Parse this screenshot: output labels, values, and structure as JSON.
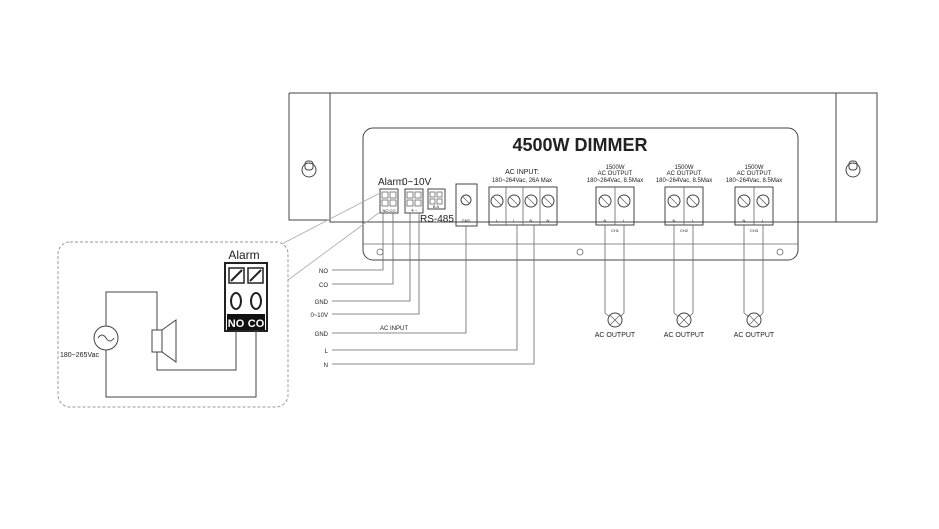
{
  "title": "4500W DIMMER",
  "labels": {
    "alarm": "Alarm",
    "zero_ten": "0~10V",
    "rs485": "RS-485",
    "gnd_terminal": "GND",
    "ac_input_top": "AC INPUT:",
    "ac_input_spec": "180~264Vac, 26A Max",
    "out_power": "1500W",
    "ac_output": "AC OUTPUT",
    "out_spec": "180~264Vac, 8.5Max",
    "ch1": "CH1",
    "ch2": "CH2",
    "ch3": "CH3",
    "pin_l": "L",
    "pin_n": "N",
    "alarm_pins": "NO CO",
    "dim_pins": "+ -",
    "rs_pins": "B A",
    "wire_no": "NO",
    "wire_co": "CO",
    "wire_gnd1": "GND",
    "wire_010": "0~10V",
    "wire_gnd2": "GND",
    "wire_ac_input": "AC INPUT",
    "wire_l": "L",
    "wire_n": "N",
    "ac_output_label": "AC OUTPUT",
    "inset_alarm": "Alarm",
    "inset_no": "NO",
    "inset_co": "CO",
    "voltage": "180~265Vac"
  },
  "colors": {
    "line": "#444444",
    "text": "#222222",
    "background": "#ffffff"
  }
}
